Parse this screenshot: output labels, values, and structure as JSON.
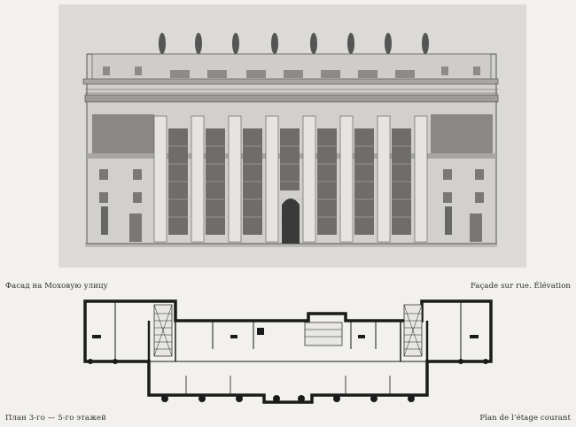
{
  "captions": {
    "facade_ru": "Фасад на Моховую улицу",
    "facade_fr": "Façade sur rue. Élévation",
    "plan_ru": "План 3-го — 5-го этажей",
    "plan_fr": "Plan de l’étage courant"
  },
  "colors": {
    "paper": "#f2f1ee",
    "drawing_bg": "#dcdad6",
    "ink": "#2b2b2b",
    "wall": "#1a1a1a"
  }
}
